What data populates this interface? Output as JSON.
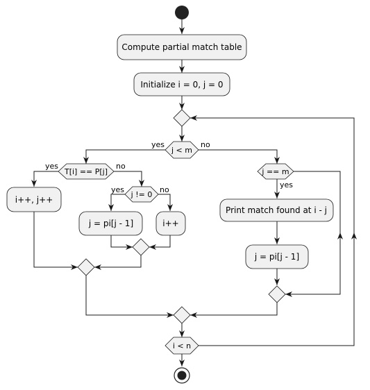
{
  "nodes": {
    "compute_table": "Compute partial match table",
    "init": "Initialize i = 0, j = 0",
    "cond_j_lt_m": "j < m",
    "cond_text_eq_pattern": "T[i] == P[j]",
    "act_inc_both": "i++, j++",
    "cond_j_ne_0": "j != 0",
    "act_j_pi": "j = pi[j - 1]",
    "act_inc_i": "i++",
    "cond_j_eq_m": "j == m",
    "act_print": "Print match found at i - j",
    "act_j_pi_2": "j = pi[j - 1]",
    "cond_i_lt_n": "i < n"
  },
  "labels": {
    "yes": "yes",
    "no": "no"
  }
}
